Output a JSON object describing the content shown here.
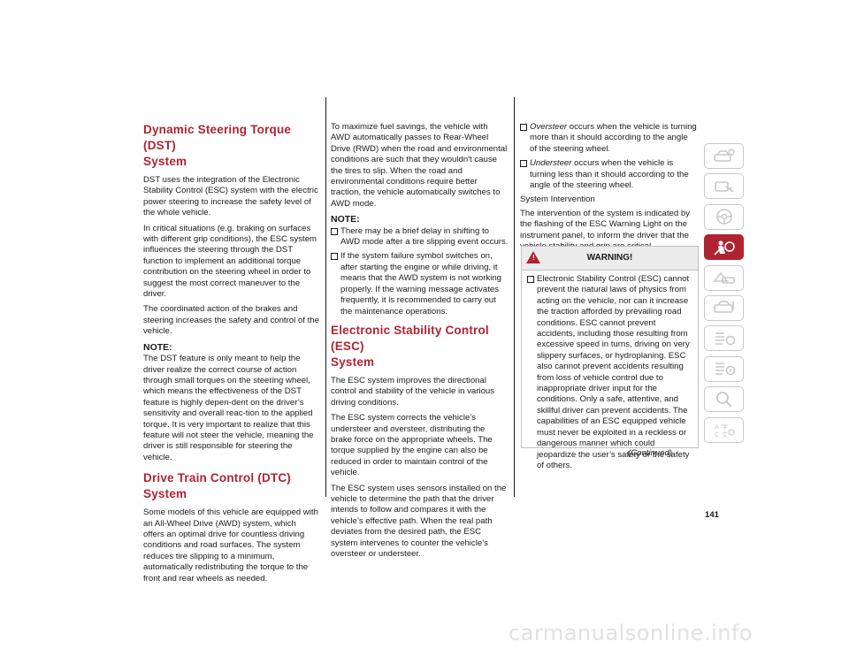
{
  "col1": {
    "dst_heading_line1": "Dynamic Steering Torque (DST)",
    "dst_heading_line2": "System",
    "dst_p1": "DST uses the integration of the Electronic Stability Control (ESC) system with the electric power steering to increase the safety level of the whole vehicle.",
    "dst_p2": "In critical situations (e.g. braking on surfaces with different grip conditions), the ESC system influences the steering through the DST function to implement an additional torque contribution on the steering wheel in order to suggest the most correct maneuver to the driver.",
    "dst_p3": "The coordinated action of the brakes and steering increases the safety and control of the vehicle.",
    "note_label": "NOTE:",
    "dst_note": "The DST feature is only meant to help the driver realize the correct course of action through small torques on the steering wheel, which means the effectiveness of the DST feature is highly depen-dent on the driver’s sensitivity and overall reac-tion to the applied torque. It is very important to realize that this feature will not steer the vehicle, meaning the driver is still responsible for steering the vehicle.",
    "dtc_heading": "Drive Train Control (DTC) System",
    "dtc_p1": "Some models of this vehicle are equipped with an All-Wheel Drive (AWD) system, which offers an optimal drive for countless driving conditions and road surfaces. The system reduces tire slipping to a minimum, automatically redistributing the torque to the front and rear wheels as needed."
  },
  "col2": {
    "p1": "To maximize fuel savings, the vehicle with AWD automatically passes to Rear-Wheel Drive (RWD) when the road and environmental conditions are such that they wouldn't cause the tires to slip. When the road and environmental conditions require better traction, the vehicle automatically switches to AWD mode.",
    "note_label": "NOTE:",
    "note_items": [
      "There may be a brief delay in shifting to AWD mode after a tire slipping event occurs.",
      "If the system failure symbol switches on, after starting the engine or while driving, it means that the AWD system is not working properly. If the warning message activates frequently, it is recommended to carry out the maintenance operations."
    ],
    "esc_heading_line1": "Electronic Stability Control (ESC)",
    "esc_heading_line2": "System",
    "esc_p1": "The ESC system improves the directional control and stability of the vehicle in various driving conditions.",
    "esc_p2": "The ESC system corrects the vehicle’s understeer and oversteer, distributing the brake force on the appropriate wheels. The torque supplied by the engine can also be reduced in order to maintain control of the vehicle.",
    "esc_p3": "The ESC system uses sensors installed on the vehicle to determine the path that the driver intends to follow and compares it with the vehicle’s effective path. When the real path deviates from the desired path, the ESC system intervenes to counter the vehicle’s oversteer or understeer."
  },
  "col3": {
    "oversteer_term": "Oversteer",
    "oversteer_text": " occurs when the vehicle is turning more than it should according to the angle of the steering wheel.",
    "understeer_term": "Understeer",
    "understeer_text": " occurs when the vehicle is turning less than it should according to the angle of the steering wheel.",
    "subheading": "System Intervention",
    "intervention_p": "The intervention of the system is indicated by the flashing of the ESC Warning Light on the instrument panel, to inform the driver that the vehicle stability and grip are critical.",
    "warning_title": "WARNING!",
    "warning_text": "Electronic Stability Control (ESC) cannot prevent the natural laws of physics from acting on the vehicle, nor can it increase the traction afforded by prevailing road conditions. ESC cannot prevent accidents, including those resulting from excessive speed in turns, driving on very slippery surfaces, or hydroplaning. ESC also cannot prevent accidents resulting from loss of vehicle control due to inappropriate driver input for the conditions. Only a safe, attentive, and skillful driver can prevent accidents. The capabilities of an ESC equipped vehicle must never be exploited in a reckless or dangerous manner which could jeopardize the user’s safety or the safety of others.",
    "continued": "(Continued)"
  },
  "page_number": "141",
  "footer_watermark": "carmanualsonline.info",
  "colors": {
    "accent": "#b02432",
    "tab_border": "#c8c8c8"
  },
  "side_tabs": [
    {
      "name": "vehicle-getting-to-know-icon",
      "active": false
    },
    {
      "name": "keys-controls-icon",
      "active": false
    },
    {
      "name": "steering-wheel-icon",
      "active": false
    },
    {
      "name": "safety-airbag-icon",
      "active": true
    },
    {
      "name": "starting-driving-icon",
      "active": false
    },
    {
      "name": "warning-lights-icon",
      "active": false
    },
    {
      "name": "servicing-maintenance-icon",
      "active": false
    },
    {
      "name": "technical-specs-icon",
      "active": false
    },
    {
      "name": "search-index-icon",
      "active": false
    },
    {
      "name": "multimedia-language-icon",
      "active": false
    }
  ]
}
